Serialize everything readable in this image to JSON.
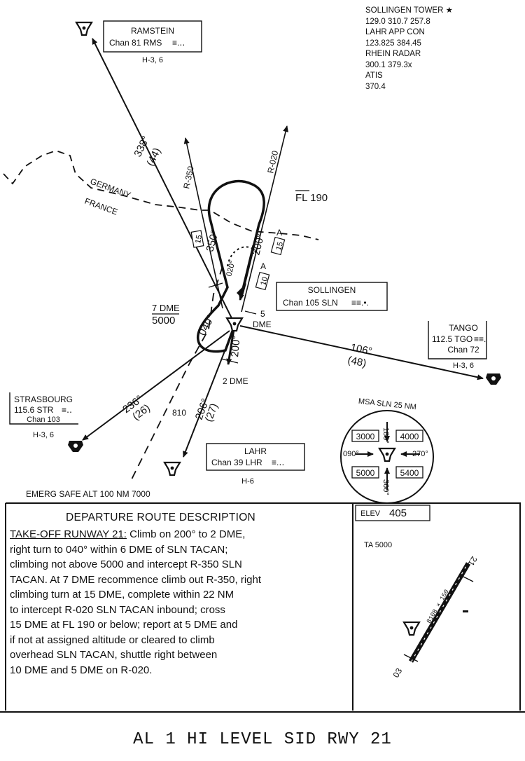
{
  "frequencies": [
    {
      "name": "SOLLINGEN TOWER ★",
      "values": "129.0   310.7   257.8"
    },
    {
      "name": "LAHR APP CON",
      "values": "123.825   384.45"
    },
    {
      "name": "RHEIN RADAR",
      "values": "300.1   379.3x"
    },
    {
      "name": "ATIS",
      "values": "370.4"
    }
  ],
  "navaids": {
    "ramstein": {
      "name": "RAMSTEIN",
      "chan": "Chan 81 RMS",
      "ref": "H-3, 6"
    },
    "sollingen": {
      "name": "SOLLINGEN",
      "chan": "Chan 105 SLN"
    },
    "tango": {
      "name": "TANGO",
      "freq": "112.5 TGO",
      "chan": "Chan 72",
      "ref": "H-3, 6"
    },
    "strasbourg": {
      "name": "STRASBOURG",
      "freq": "115.6 STR",
      "chan": "Chan 103",
      "ref": "H-3, 6"
    },
    "lahr": {
      "name": "LAHR",
      "chan": "Chan 39 LHR",
      "ref": "H-6"
    }
  },
  "route_labels": {
    "r338": "338°",
    "r338_dist": "(44)",
    "r350": "R-350",
    "r020": "R-020",
    "c350": "350°",
    "c020": "020°",
    "c200": "200°",
    "c040": "040°",
    "c200b": "200°",
    "d15a": "15",
    "d15b": "15",
    "d10": "10",
    "r106": "106°",
    "r106_dist": "(48)",
    "r236": "236°",
    "r236_dist": "(26)",
    "r206": "206°",
    "r206_dist": "(27)",
    "fix810": "810"
  },
  "fl": "FL 190",
  "border": {
    "germany": "GERMANY",
    "france": "FRANCE"
  },
  "dme7": "7 DME",
  "alt5000": "5000",
  "dme5": "5",
  "dme5_unit": "DME",
  "dme2": "2 DME",
  "msa": {
    "title": "MSA  SLN  25 NM",
    "sectors": [
      "3000",
      "4000",
      "5000",
      "5400"
    ],
    "bearings": {
      "b180": "180°",
      "b270": "270°",
      "b360": "360°",
      "b090": "090°"
    }
  },
  "emerg": "EMERG SAFE ALT 100 NM 7000",
  "departure": {
    "title": "DEPARTURE ROUTE DESCRIPTION",
    "lead": "TAKE-OFF RUNWAY 21:",
    "lines": [
      " Climb on 200° to 2 DME,",
      "right turn to 040° within 6 DME of SLN TACAN;",
      "climbing not above 5000 and intercept R-350 SLN",
      "TACAN. At 7 DME recommence climb out R-350, right",
      "climbing turn at 15 DME, complete within 22 NM",
      "to intercept R-020 SLN TACAN inbound; cross",
      "15 DME at FL 190 or below; report at 5 DME and",
      "if not at assigned altitude or cleared to climb",
      "overhead SLN TACAN, shuttle right between",
      "10 DME and 5 DME on R-020."
    ]
  },
  "airport": {
    "elev_label": "ELEV",
    "elev": "405",
    "ta": "TA 5000",
    "rwy_top": "21",
    "rwy_bottom": "03",
    "rwy_len": "8108 × 150"
  },
  "footer": "AL 1   HI LEVEL SID  RWY 21"
}
